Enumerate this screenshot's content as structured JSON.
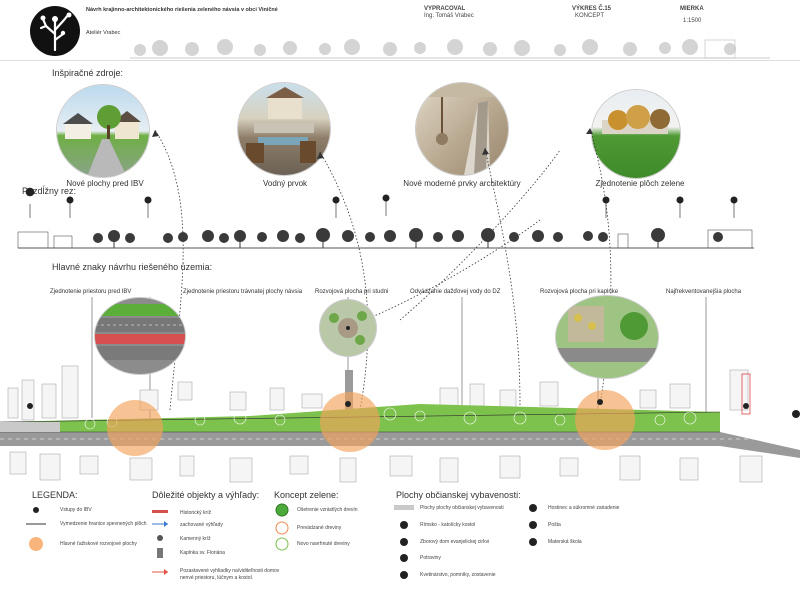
{
  "header": {
    "title": "Návrh krajinno-architektonického riešenia zeleného návsia v obci Viničné",
    "studio": "Ateliér Vrabec",
    "prepared_label": "VYPRACOVAL",
    "prepared_by": "Ing. Tomáš Vrabec",
    "drawing_label": "VÝKRES Č.15",
    "drawing_type": "KONCEPT",
    "scale_label": "MIERKA",
    "scale_value": "1:1500"
  },
  "inspiration": {
    "title": "Inšpiračné zdroje:",
    "items": [
      {
        "caption": "Nové plochy pred IBV"
      },
      {
        "caption": "Vodný prvok"
      },
      {
        "caption": "Nové moderné prvky architektúry"
      },
      {
        "caption": "Zjednotenie plôch zelene"
      }
    ]
  },
  "section": {
    "title": "Pozdĺžny rez:"
  },
  "features": {
    "title": "Hlavné znaky návrhu riešeného územia:",
    "items": [
      {
        "label": "Zjednotenie priestoru pred IBV"
      },
      {
        "label": "Zjednotenie priestoru trávnatej plochy návsia"
      },
      {
        "label": "Rozvojová plocha pri studni"
      },
      {
        "label": "Odvádzanie dažďovej vody do DZ"
      },
      {
        "label": "Rozvojová plocha pri kaplnke"
      },
      {
        "label": "Najfrekventovanejšia plocha"
      }
    ]
  },
  "legend": {
    "title": "LEGENDA:",
    "items": [
      {
        "label": "Vstupy do IBV"
      },
      {
        "label": "Vymedzenie hranice spevnených plôch"
      },
      {
        "label": "Hlavné ťažiskové rozvojové plochy"
      }
    ]
  },
  "objects": {
    "title": "Dôležité objekty a výhľady:",
    "items": [
      {
        "label": "Historický kríž"
      },
      {
        "label": "zachované výhľady"
      },
      {
        "label": "Kamenný kríž"
      },
      {
        "label": "Kaplnka sv. Floriána"
      },
      {
        "label": "Pozastavené vyhliadky na/viditeľnosti domov"
      },
      {
        "label": "nenvé priestoru, lúčnym a kostol."
      }
    ]
  },
  "greenery": {
    "title": "Koncept zelene:",
    "items": [
      {
        "label": "Ošetrenie vzrástlých drevín"
      },
      {
        "label": "Prevádzané dreviny"
      },
      {
        "label": "Novo navrhnuté dreviny"
      }
    ]
  },
  "civic": {
    "title": "Plochy občianskej vybavenosti:",
    "left": [
      {
        "label": "Plochy plochy občianskej vybavenosti"
      },
      {
        "label": "Rímsko - katolícky kostol"
      },
      {
        "label": "Zborový dom evanjelickej cirkvi"
      },
      {
        "label": "Potraviny"
      },
      {
        "label": "Kvetinárstvo, pomníky, zostavenie"
      }
    ],
    "right": [
      {
        "label": "Hostinec a súkromné zariadenie"
      },
      {
        "label": "Pošta"
      },
      {
        "label": "Materská škola"
      }
    ]
  },
  "colors": {
    "orange": "#f5a35a",
    "green": "#4caa3c",
    "grass": "#7cc24c",
    "road": "#9a9a9a"
  }
}
